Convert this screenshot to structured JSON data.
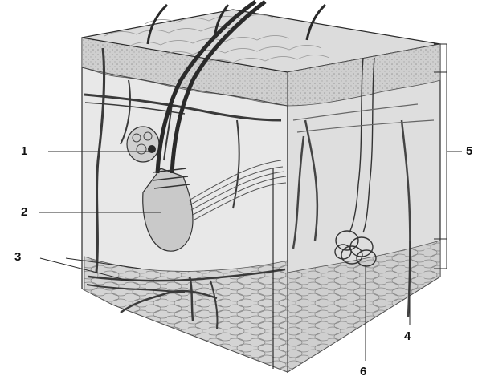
{
  "diagram": {
    "subject": "skin-cross-section",
    "labels": [
      {
        "id": "label-1",
        "text": "1"
      },
      {
        "id": "label-2",
        "text": "2"
      },
      {
        "id": "label-3",
        "text": "3"
      },
      {
        "id": "label-4",
        "text": "4"
      },
      {
        "id": "label-5",
        "text": "5"
      },
      {
        "id": "label-6",
        "text": "6"
      }
    ],
    "colors": {
      "line": "#2a2a2a",
      "epidermis": "#d2d2d2",
      "dermis": "#e6e6e6",
      "side-face": "#dadada",
      "fat": "#c8c8c8"
    }
  }
}
